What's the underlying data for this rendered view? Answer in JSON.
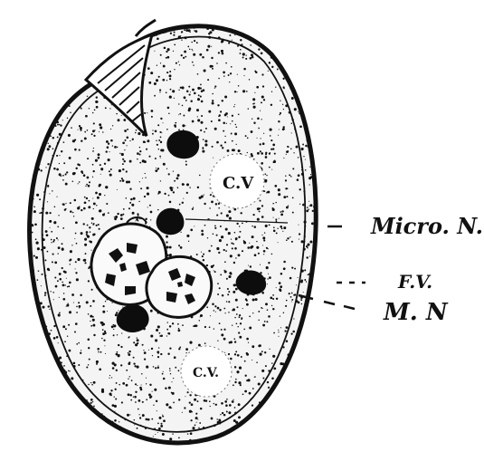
{
  "diagram": {
    "ink_color": "#111111",
    "background": "#ffffff",
    "labels": {
      "micronucleus": "Micro. N.",
      "food_vacuole": "F.V.",
      "macronucleus": "M. N"
    },
    "vacuole_labels": {
      "upper": "C.V",
      "lower": "C.V."
    }
  }
}
